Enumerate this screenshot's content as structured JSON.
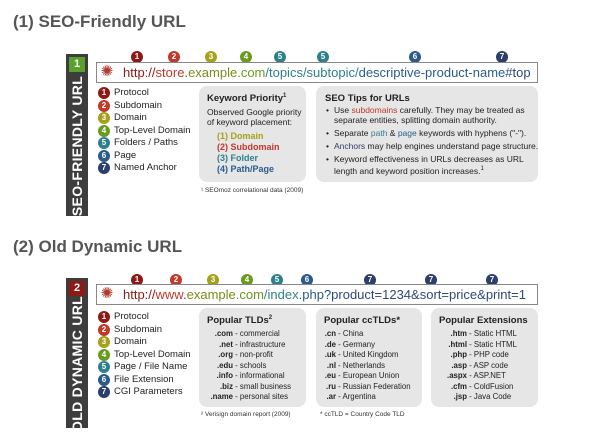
{
  "section1": {
    "title": "(1) SEO-Friendly URL",
    "badge": "1",
    "bar_label": "SEO-FRIENDLY URL",
    "url": {
      "protocol": "http://",
      "subdomain": "store",
      "dot1": ".",
      "domain": "example",
      "tld": ".com",
      "path": "/topics/subtopic/",
      "page": "descriptive-product-name",
      "anchor": "#top"
    },
    "markers": [
      "1",
      "2",
      "3",
      "4",
      "5",
      "5",
      "6",
      "7"
    ],
    "legend": [
      "Protocol",
      "Subdomain",
      "Domain",
      "Top-Level Domain",
      "Folders / Paths",
      "Page",
      "Named Anchor"
    ],
    "legend_nums": [
      "1",
      "2",
      "3",
      "4",
      "5",
      "6",
      "7"
    ],
    "kw_card": {
      "heading": "Keyword Priority",
      "sup": "1",
      "intro": "Observed Google priority of keyword placement:",
      "items": [
        "(1) Domain",
        "(2) Subdomain",
        "(3) Folder",
        "(4) Path/Page"
      ]
    },
    "footnote": "¹ SEOmoz correlational data (2009)",
    "tips_card": {
      "heading": "SEO Tips for URLs",
      "tip1_a": "Use ",
      "tip1_hl": "subdomains",
      "tip1_b": " carefully. They may be treated as separate entities, splitting domain authority.",
      "tip2_a": "Separate ",
      "tip2_hl1": "path",
      "tip2_mid": " & ",
      "tip2_hl2": "page",
      "tip2_b": " keywords with hyphens (\"-\").",
      "tip3_hl": "Anchors",
      "tip3_b": " may help engines understand page structure.",
      "tip4": "Keyword effectiveness in URLs decreases as URL length and keyword position increases.",
      "tip4_sup": "1"
    }
  },
  "section2": {
    "title": "(2) Old Dynamic URL",
    "badge": "2",
    "bar_label": "OLD DYNAMIC URL",
    "url": {
      "protocol": "http://",
      "subdomain": "www",
      "dot1": ".",
      "domain": "example",
      "tld": ".com",
      "path": "/index",
      "ext": ".php",
      "params": "?product=1234&sort=price&print=1"
    },
    "markers": [
      "1",
      "2",
      "3",
      "4",
      "5",
      "6",
      "7",
      "7",
      "7"
    ],
    "legend": [
      "Protocol",
      "Subdomain",
      "Domain",
      "Top-Level Domain",
      "Page / File Name",
      "File Extension",
      "CGI Parameters"
    ],
    "legend_nums": [
      "1",
      "2",
      "3",
      "4",
      "5",
      "6",
      "7"
    ],
    "tlds": {
      "heading": "Popular TLDs",
      "sup": "2",
      "rows": [
        {
          "k": ".com",
          "v": "- commercial"
        },
        {
          "k": ".net",
          "v": "- infrastructure"
        },
        {
          "k": ".org",
          "v": "- non-profit"
        },
        {
          "k": ".edu",
          "v": "- schools"
        },
        {
          "k": ".info",
          "v": "- informational"
        },
        {
          "k": ".biz",
          "v": "- small business"
        },
        {
          "k": ".name",
          "v": "- personal sites"
        }
      ]
    },
    "cctlds": {
      "heading": "Popular ccTLDs*",
      "rows": [
        {
          "k": ".cn",
          "v": "- China"
        },
        {
          "k": ".de",
          "v": "- Germany"
        },
        {
          "k": ".uk",
          "v": "- United Kingdom"
        },
        {
          "k": ".nl",
          "v": "- Netherlands"
        },
        {
          "k": ".eu",
          "v": "- European Union"
        },
        {
          "k": ".ru",
          "v": "- Russian Federation"
        },
        {
          "k": ".ar",
          "v": "- Argentina"
        }
      ]
    },
    "exts": {
      "heading": "Popular Extensions",
      "rows": [
        {
          "k": ".htm",
          "v": "- Static HTML"
        },
        {
          "k": ".html",
          "v": "- Static HTML"
        },
        {
          "k": ".php",
          "v": "- PHP code"
        },
        {
          "k": ".asp",
          "v": "- ASP code"
        },
        {
          "k": ".aspx",
          "v": "- ASP.NET"
        },
        {
          "k": ".cfm",
          "v": "- ColdFusion"
        },
        {
          "k": ".jsp",
          "v": "- Java Code"
        }
      ]
    },
    "footnote1": "² Verisign domain report (2009)",
    "footnote2": "* ccTLD = Country Code TLD"
  },
  "colors": {
    "protocol": "#8e1a16",
    "subdomain": "#c0392b",
    "domain": "#a6a11b",
    "tld": "#6a9a1f",
    "folder": "#2f7f8c",
    "page": "#2a5b8c",
    "anchor": "#2a3f6a",
    "card_bg": "#e6e6e6",
    "bar_bg": "#3d3d3d"
  }
}
